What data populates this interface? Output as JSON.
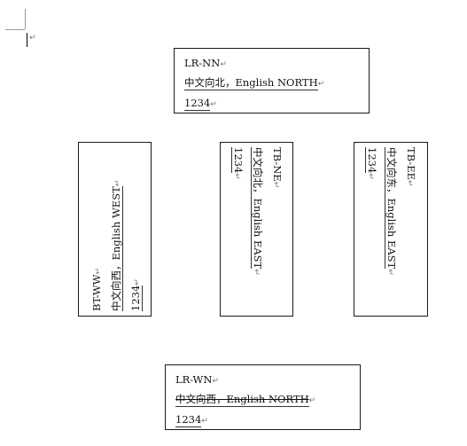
{
  "paragraph_mark": "↵",
  "boxes": {
    "top": {
      "line1": "LR-NN",
      "line2": "中文向北，English NORTH",
      "line3": "1234"
    },
    "left": {
      "line1": "BT-WW",
      "line2": "中文向西，English WEST",
      "line3": "1234"
    },
    "middle": {
      "line1": "TB-NE",
      "line2": "中文向北，English EAST",
      "line3": "1234"
    },
    "right": {
      "line1": "TB-EE",
      "line2": "中文向东，English EAST",
      "line3": "1234"
    },
    "bottom": {
      "line1": "LR-WN",
      "line2": "中文向西，English NORTH",
      "line3": "1234"
    }
  }
}
